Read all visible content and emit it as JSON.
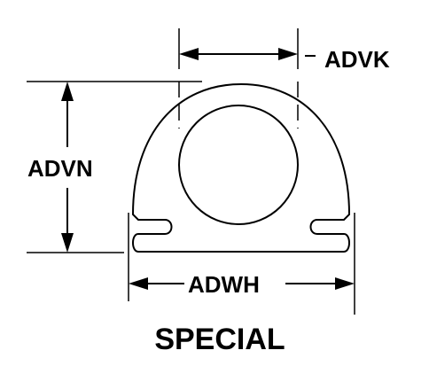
{
  "diagram": {
    "caption": "SPECIAL",
    "dimensions": {
      "top_width": "ADVK",
      "height": "ADVN",
      "base_width": "ADWH"
    },
    "ink_color": "#000000",
    "background_color": "#ffffff"
  }
}
